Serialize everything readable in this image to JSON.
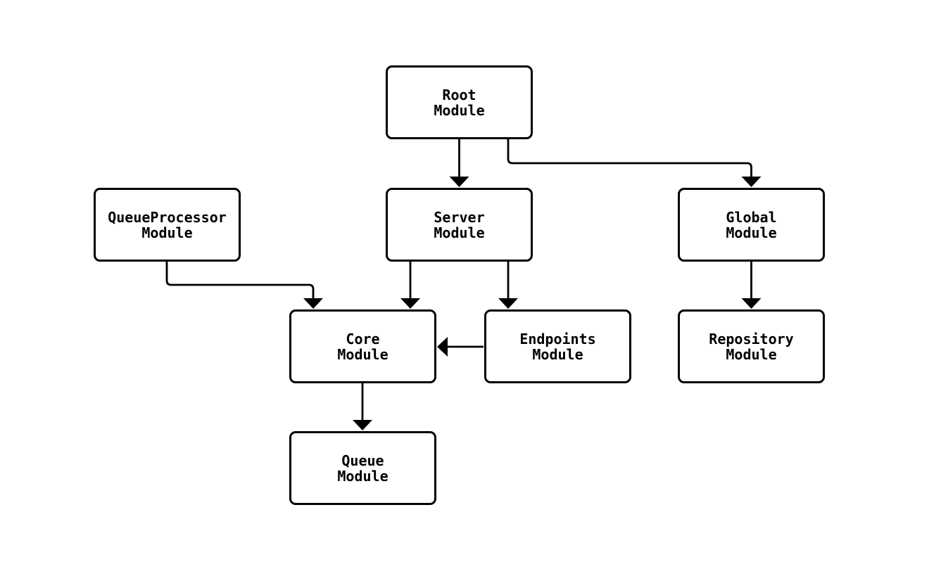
{
  "diagram": {
    "colors": {
      "background": "#ffffff",
      "node_fill": "#ffffff",
      "node_border": "#000000",
      "edge": "#000000",
      "text": "#000000"
    },
    "nodes": [
      {
        "id": "root",
        "line1": "Root",
        "line2": "Module"
      },
      {
        "id": "queueprocessor",
        "line1": "QueueProcessor",
        "line2": "Module"
      },
      {
        "id": "server",
        "line1": "Server",
        "line2": "Module"
      },
      {
        "id": "global",
        "line1": "Global",
        "line2": "Module"
      },
      {
        "id": "core",
        "line1": "Core",
        "line2": "Module"
      },
      {
        "id": "endpoints",
        "line1": "Endpoints",
        "line2": "Module"
      },
      {
        "id": "repository",
        "line1": "Repository",
        "line2": "Module"
      },
      {
        "id": "queue",
        "line1": "Queue",
        "line2": "Module"
      }
    ],
    "edges": [
      {
        "from": "Root Module",
        "to": "Server Module"
      },
      {
        "from": "Root Module",
        "to": "Global Module"
      },
      {
        "from": "QueueProcessor Module",
        "to": "Core Module"
      },
      {
        "from": "Server Module",
        "to": "Core Module"
      },
      {
        "from": "Server Module",
        "to": "Endpoints Module"
      },
      {
        "from": "Endpoints Module",
        "to": "Core Module"
      },
      {
        "from": "Global Module",
        "to": "Repository Module"
      },
      {
        "from": "Core Module",
        "to": "Queue Module"
      }
    ]
  }
}
